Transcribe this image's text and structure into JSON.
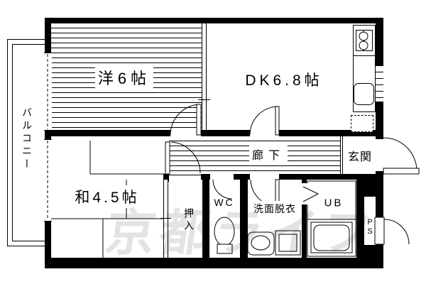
{
  "floorplan": {
    "watermark": "京都ライフ",
    "rooms": {
      "western_room": {
        "label": "洋6帖"
      },
      "dining_kitchen": {
        "label": "DK6.8帖"
      },
      "japanese_room": {
        "label": "和4.5帖"
      },
      "balcony": {
        "label": "バルコニー"
      },
      "hallway": {
        "label": "廊下"
      },
      "entrance": {
        "label": "玄関"
      },
      "closet": {
        "label": "押入"
      },
      "toilet": {
        "label": "WC"
      },
      "washroom": {
        "label": "洗面脱衣"
      },
      "unit_bath": {
        "label": "UB"
      },
      "pipe_space": {
        "label": "PS"
      }
    },
    "colors": {
      "line": "#000000",
      "background": "#ffffff",
      "watermark": "#e3e3e3"
    }
  }
}
